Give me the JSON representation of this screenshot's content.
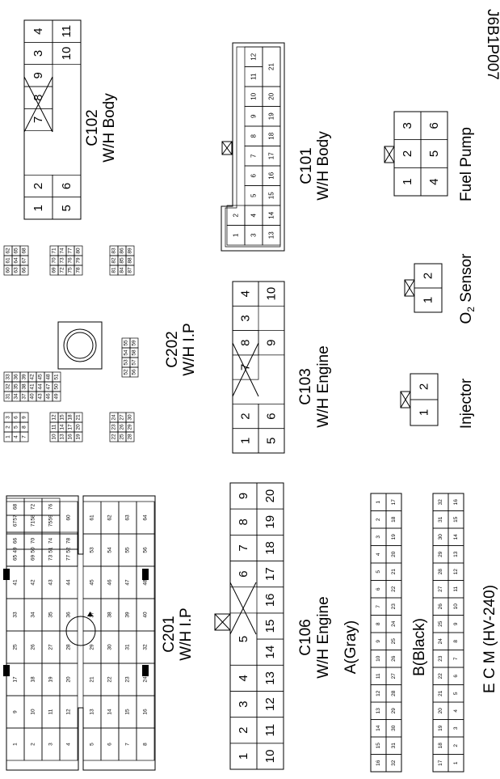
{
  "ref_code": "J6B1P007",
  "connectors": {
    "c102": {
      "name": "C102",
      "desc": "W/H Body",
      "row_left": [
        "1",
        "2",
        "",
        "",
        "7",
        "8",
        "9",
        "3",
        "4"
      ],
      "row_right": [
        "5",
        "6",
        "",
        "",
        "",
        "",
        "",
        "10",
        "11"
      ]
    },
    "c101": {
      "name": "C101",
      "desc": "W/H Body",
      "row_a": [
        "1",
        "2"
      ],
      "row_b": [
        "3",
        "4",
        "5",
        "6",
        "7",
        "8",
        "9",
        "10",
        "11",
        "12"
      ],
      "row_c": [
        "13",
        "14",
        "15",
        "16",
        "17",
        "18",
        "19",
        "20",
        "21"
      ]
    },
    "fuel_pump": {
      "name": "Fuel Pump",
      "row_a": [
        "1",
        "2",
        "3"
      ],
      "row_b": [
        "4",
        "5",
        "6"
      ]
    },
    "o2_sensor": {
      "name_prefix": "O",
      "name_sub": "2",
      "name_suffix": " Sensor",
      "pins": [
        "1",
        "2"
      ]
    },
    "injector": {
      "name": "Injector",
      "pins": [
        "1",
        "2"
      ]
    },
    "c103": {
      "name": "C103",
      "desc": "W/H Engine",
      "row_a": [
        "1",
        "2",
        "",
        "7",
        "8",
        "3",
        "4"
      ],
      "row_b": [
        "5",
        "6",
        "",
        "",
        "9",
        "",
        "10"
      ]
    },
    "c202": {
      "name": "C202",
      "desc": "W/H I.P",
      "b1": [
        "1",
        "2",
        "3",
        "4",
        "5",
        "6",
        "7",
        "8",
        "9"
      ],
      "b2": [
        "10",
        "11",
        "12",
        "13",
        "14",
        "15",
        "16",
        "17",
        "18",
        "19",
        "20",
        "21"
      ],
      "b3": [
        "22",
        "23",
        "24",
        "25",
        "26",
        "27",
        "28",
        "29",
        "30"
      ],
      "b4": [
        "31",
        "32",
        "33",
        "34",
        "35",
        "36",
        "37",
        "38",
        "39",
        "40",
        "41",
        "42",
        "43",
        "44",
        "45",
        "46",
        "47",
        "48",
        "49",
        "50",
        "51"
      ],
      "b5": [
        "52",
        "53",
        "54",
        "55",
        "56",
        "57",
        "58",
        "59"
      ],
      "b6": [
        "60",
        "61",
        "62",
        "63",
        "64",
        "65",
        "66",
        "67",
        "68"
      ],
      "b7": [
        "69",
        "70",
        "71",
        "72",
        "73",
        "74",
        "75",
        "76",
        "77",
        "78",
        "79",
        "80"
      ],
      "b8": [
        "81",
        "82",
        "83",
        "84",
        "85",
        "86",
        "87",
        "88",
        "89"
      ]
    },
    "c201": {
      "name": "C201",
      "desc": "W/H I.P",
      "pins": [
        "1",
        "2",
        "3",
        "4",
        "5",
        "6",
        "7",
        "8",
        "9",
        "10",
        "11",
        "12",
        "13",
        "14",
        "15",
        "16",
        "17",
        "18",
        "19",
        "20",
        "21",
        "22",
        "23",
        "24",
        "25",
        "26",
        "27",
        "28",
        "29",
        "30",
        "31",
        "32",
        "33",
        "34",
        "35",
        "36",
        "37",
        "38",
        "39",
        "40",
        "41",
        "42",
        "43",
        "44",
        "45",
        "46",
        "47",
        "48",
        "49",
        "50",
        "51",
        "52",
        "53",
        "54",
        "55",
        "56",
        "57",
        "58",
        "59",
        "60",
        "61",
        "62",
        "63",
        "64",
        "65",
        "66",
        "67",
        "68",
        "69",
        "70",
        "71",
        "72",
        "73",
        "74",
        "75",
        "76",
        "77",
        "78"
      ]
    },
    "c106": {
      "name": "C106",
      "desc": "W/H Engine",
      "row_a": [
        "1",
        "2",
        "3",
        "4",
        "5",
        "",
        "6",
        "7",
        "8",
        "9"
      ],
      "row_b": [
        "10",
        "11",
        "12",
        "13",
        "14",
        "15",
        "16",
        "17",
        "18",
        "19",
        "20"
      ]
    },
    "ecm": {
      "name": "E C M (HV-240)",
      "a_label": "A(Gray)",
      "b_label": "B(Black)",
      "a_row1": [
        "1",
        "2",
        "3",
        "4",
        "5",
        "6",
        "7",
        "8",
        "9",
        "10",
        "11",
        "12",
        "13",
        "14",
        "15",
        "16"
      ],
      "a_row2": [
        "17",
        "18",
        "19",
        "20",
        "21",
        "22",
        "23",
        "24",
        "25",
        "26",
        "27",
        "28",
        "29",
        "30",
        "31",
        "32"
      ],
      "b_row1": [
        "32",
        "31",
        "30",
        "29",
        "28",
        "27",
        "26",
        "25",
        "24",
        "23",
        "22",
        "21",
        "20",
        "19",
        "18",
        "17"
      ],
      "b_row2": [
        "16",
        "15",
        "14",
        "13",
        "12",
        "11",
        "10",
        "9",
        "8",
        "7",
        "6",
        "5",
        "4",
        "3",
        "2",
        "1"
      ]
    }
  }
}
